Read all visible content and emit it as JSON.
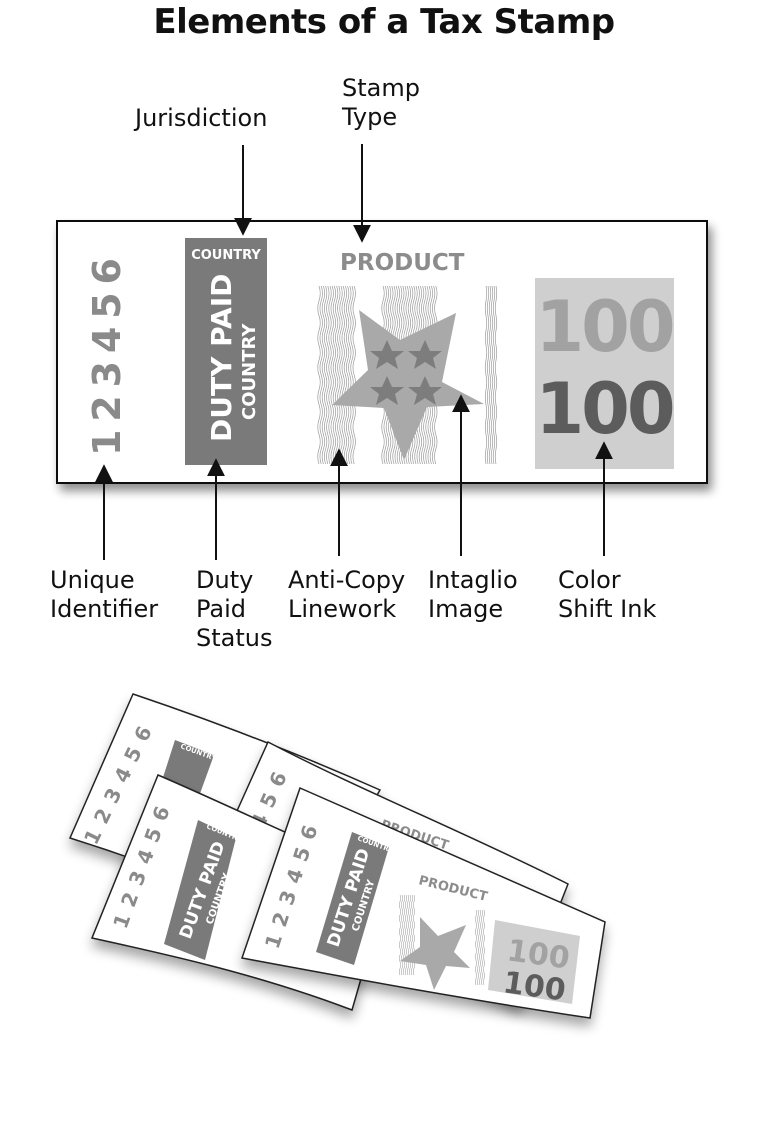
{
  "title": "Elements of a Tax Stamp",
  "labels": {
    "jurisdiction": "Jurisdiction",
    "stamp_type": "Stamp\nType",
    "unique_identifier": "Unique\nIdentifier",
    "duty_paid_status": "Duty\nPaid\nStatus",
    "anti_copy_linework": "Anti-Copy\nLinework",
    "intaglio_image": "Intaglio\nImage",
    "color_shift_ink": "Color\nShift Ink"
  },
  "stamp": {
    "serial": "1 2 3 4 5 6",
    "country_top": "COUNTRY",
    "duty_paid": "DUTY PAID",
    "country_bottom": "COUNTRY",
    "product": "PRODUCT",
    "denomination_top": "100",
    "denomination_bottom": "100"
  },
  "colors": {
    "duty_panel": "#7a7a7a",
    "ink_panel": "#cfcfcf",
    "serial_gray": "#8a8a8a",
    "product_gray": "#8c8c8c",
    "star_fill": "#a9a9a9",
    "small_star_fill": "#7d7d7d",
    "denom_light": "#a2a2a2",
    "denom_dark": "#5c5c5c"
  }
}
